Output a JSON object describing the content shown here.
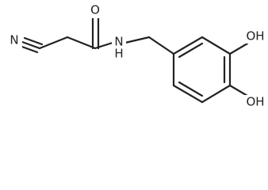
{
  "molecule": {
    "atoms": {
      "nitrogen_nitrile": "N",
      "oxygen_carbonyl": "O",
      "nitrogen_amide": "N",
      "hydroxyl_top": "OH",
      "hydroxyl_bottom": "OH",
      "hydrogen_amide": "H"
    }
  }
}
